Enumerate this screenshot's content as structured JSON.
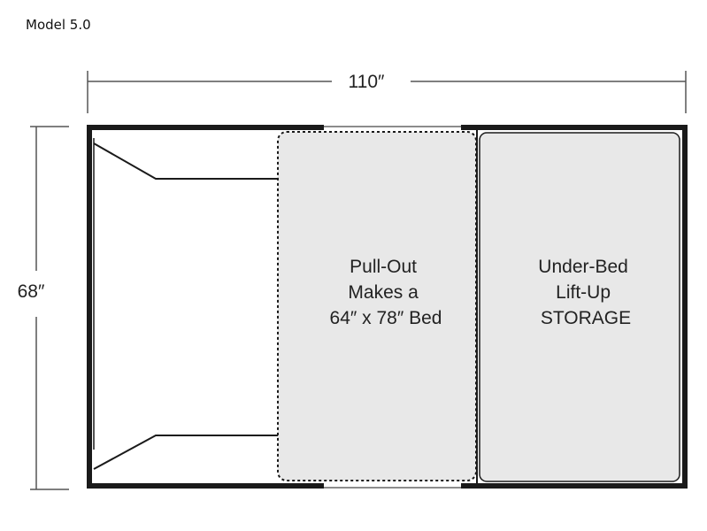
{
  "title": "Model 5.0",
  "dimensions": {
    "width": "110″",
    "height": "68″"
  },
  "zones": {
    "pullout": {
      "lines": [
        "Pull-Out",
        "Makes a",
        "64″ x 78″ Bed"
      ]
    },
    "storage": {
      "lines": [
        "Under-Bed",
        "Lift-Up",
        "STORAGE"
      ]
    }
  },
  "colors": {
    "wall": "#1a1a1a",
    "fill": "#e8e8e8",
    "dimension_line": "#555555"
  }
}
